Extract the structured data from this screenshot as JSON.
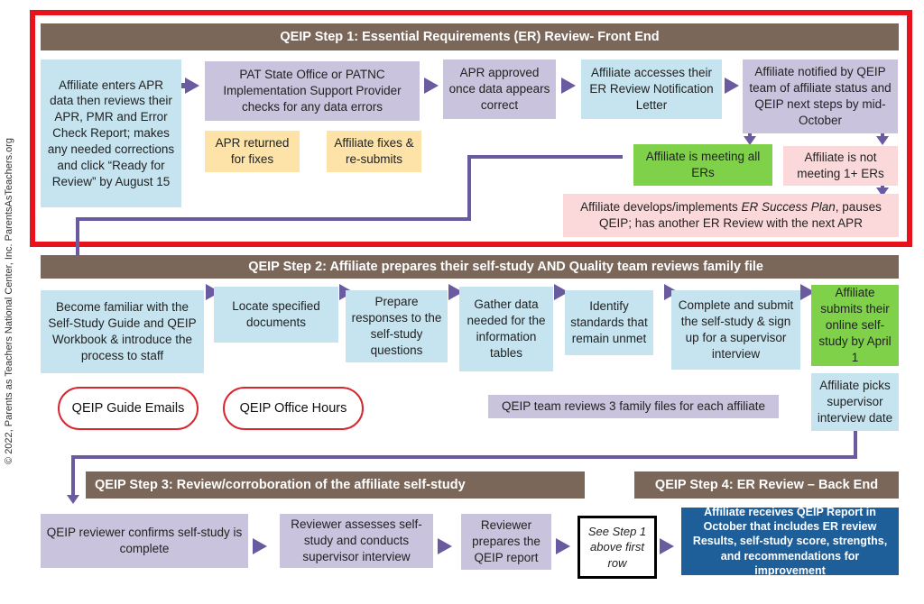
{
  "step1": {
    "header": "QEIP Step 1: Essential Requirements (ER) Review- Front End",
    "enter_apr": "Affiliate enters APR data then reviews their APR, PMR and Error Check Report; makes any needed corrections and click “Ready for Review” by August 15",
    "state_office": "PAT State Office or PATNC Implementation Support Provider checks for any data errors",
    "apr_approved": "APR approved once data appears correct",
    "accesses_letter": "Affiliate accesses their ER Review Notification Letter",
    "notified": "Affiliate notified by QEIP team of affiliate status and QEIP next steps by mid-October",
    "apr_returned": "APR returned for fixes",
    "fixes_resubmits": "Affiliate fixes & re-submits",
    "meeting_all": "Affiliate is meeting all ERs",
    "not_meeting": "Affiliate is not meeting 1+ ERs",
    "success_plan_pre": "Affiliate develops/implements ",
    "success_plan_em": "ER Success Plan",
    "success_plan_post": ", pauses QEIP; has another ER Review with the next APR"
  },
  "step2": {
    "header": "QEIP Step 2: Affiliate prepares their self-study AND Quality team reviews family file",
    "familiar": "Become familiar with the Self-Study Guide and QEIP Workbook & introduce the process to staff",
    "locate": "Locate specified documents",
    "prepare": "Prepare responses to the self-study questions",
    "gather": "Gather data needed for the information tables",
    "identify": "Identify standards that remain unmet",
    "complete": "Complete and submit the self-study & sign up for a supervisor interview",
    "submits": "Affiliate submits their online self-study by April 1",
    "picks": "Affiliate picks supervisor interview date",
    "guide_emails": "QEIP Guide Emails",
    "office_hours": "QEIP Office Hours",
    "family_files": "QEIP team reviews 3 family files for each affiliate"
  },
  "step3": {
    "header": "QEIP Step 3: Review/corroboration of the affiliate self-study",
    "confirms": "QEIP reviewer confirms self-study is complete",
    "assesses": "Reviewer assesses self-study and conducts supervisor interview",
    "prepares": "Reviewer prepares the QEIP report",
    "see_step1": "See Step 1 above first row"
  },
  "step4": {
    "header": "QEIP Step 4: ER Review – Back End",
    "receives": "Affiliate receives QEIP Report in October that includes ER review Results, self-study score, strengths, and recommendations for improvement"
  },
  "copyright": "© 2022, Parents as Teachers National Center, Inc. ParentsAsTeachers.org",
  "colors": {
    "header": "#7b675a",
    "highlight_border": "#e8121c",
    "arrow": "#6a5aa0",
    "final_box": "#1f5f99"
  }
}
